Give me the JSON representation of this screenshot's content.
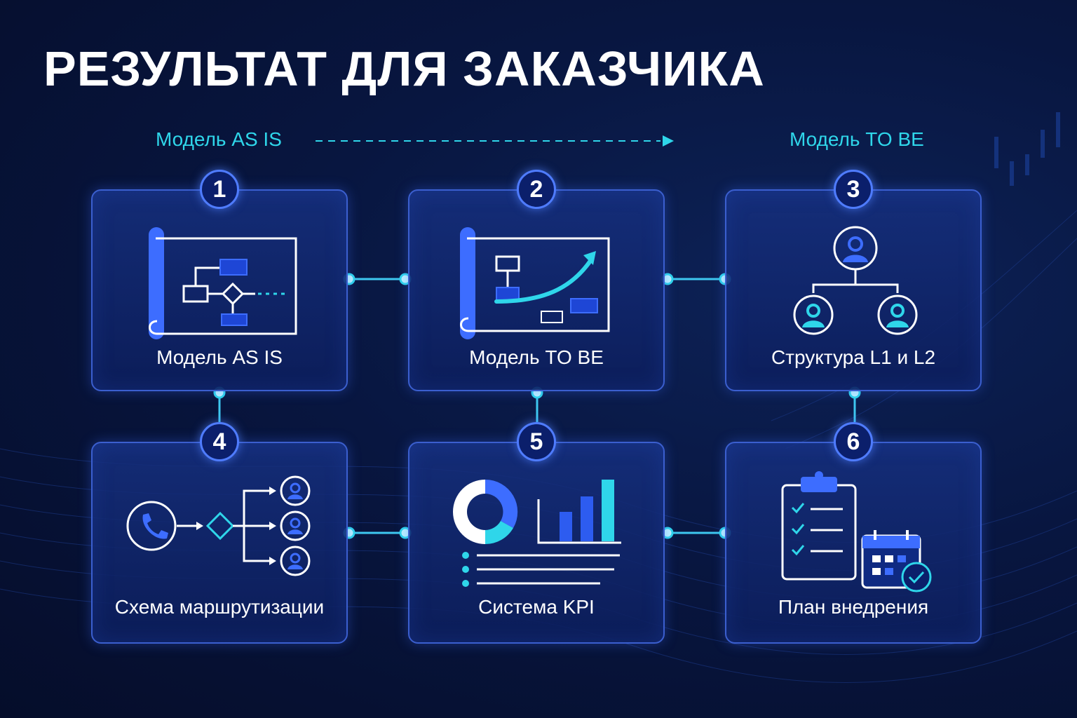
{
  "title": "РЕЗУЛЬТАТ ДЛЯ ЗАКАЗЧИКА",
  "flow": {
    "from_label": "Модель AS IS",
    "to_label": "Модель TO BE"
  },
  "colors": {
    "background": "#071338",
    "accent_cyan": "#2fd6ea",
    "accent_blue": "#3d6dff",
    "card_border": "#3b5fcf"
  },
  "cards": [
    {
      "number": "1",
      "label": "Модель AS IS",
      "icon": "process-map-scroll-icon"
    },
    {
      "number": "2",
      "label": "Модель TO BE",
      "icon": "growth-map-scroll-icon"
    },
    {
      "number": "3",
      "label": "Структура L1 и L2",
      "icon": "org-structure-icon"
    },
    {
      "number": "4",
      "label": "Схема маршрутизации",
      "icon": "call-routing-icon"
    },
    {
      "number": "5",
      "label": "Система KPI",
      "icon": "kpi-dashboard-icon"
    },
    {
      "number": "6",
      "label": "План внедрения",
      "icon": "checklist-calendar-icon"
    }
  ]
}
